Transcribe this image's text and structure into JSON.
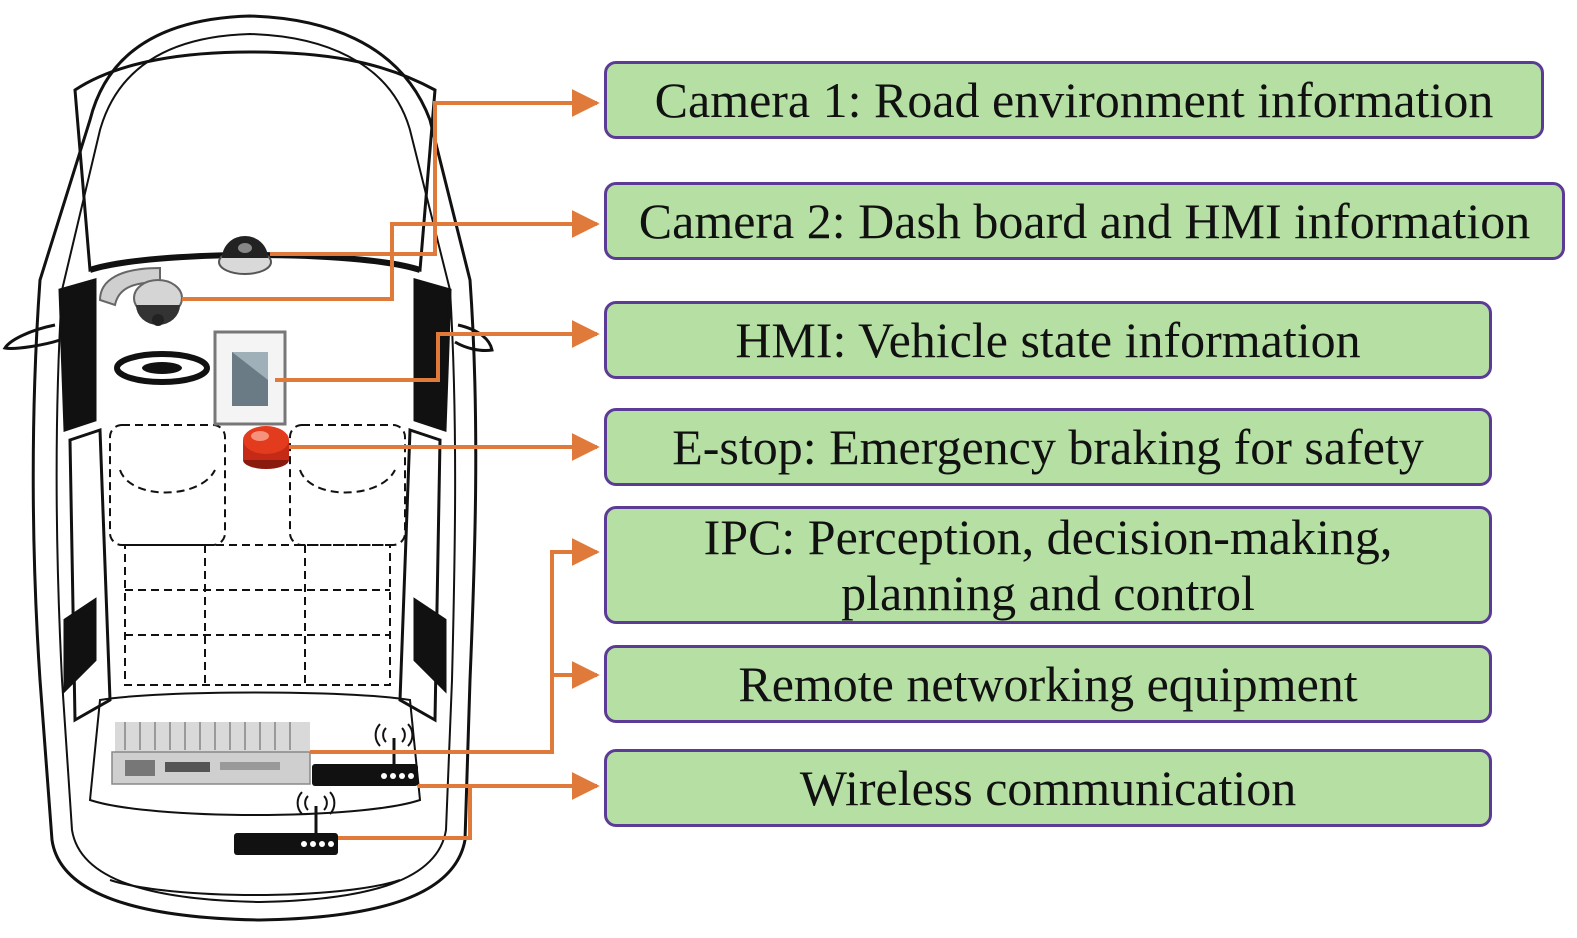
{
  "labels": {
    "camera1": "Camera 1: Road environment information",
    "camera2": "Camera 2: Dash board and HMI information",
    "hmi": "HMI: Vehicle state information",
    "estop": "E-stop: Emergency braking for safety",
    "ipc_line1": "IPC: Perception, decision-making,",
    "ipc_line2": "planning and control",
    "remote": "Remote networking equipment",
    "wireless": "Wireless communication"
  },
  "colors": {
    "box_fill": "#b5dfa3",
    "box_border": "#5b3b95",
    "connector": "#e07a3a",
    "estop": "#e23b1e"
  }
}
